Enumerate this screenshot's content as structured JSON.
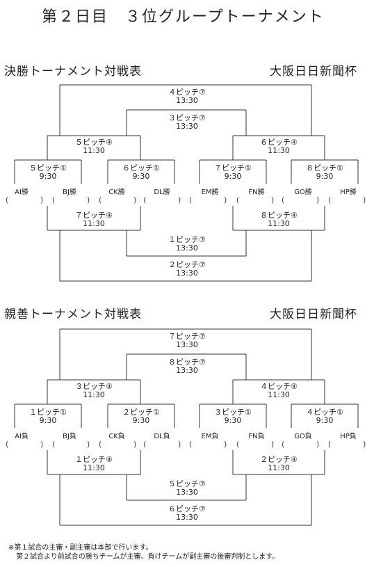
{
  "page_title": "第２日目　３位グループトーナメント",
  "brackets": [
    {
      "name": "決勝トーナメント対戦表",
      "cup": "大阪日日新聞杯",
      "teams": [
        "AI勝",
        "BJ勝",
        "CK勝",
        "DL勝",
        "EM勝",
        "FN勝",
        "GO勝",
        "HP勝"
      ],
      "matches": {
        "r1": [
          {
            "pitch": "５ピッチ①",
            "time": "9:30"
          },
          {
            "pitch": "６ピッチ①",
            "time": "9:30"
          },
          {
            "pitch": "７ピッチ①",
            "time": "9:30"
          },
          {
            "pitch": "８ピッチ①",
            "time": "9:30"
          }
        ],
        "r2_top": [
          {
            "pitch": "５ピッチ④",
            "time": "11:30"
          },
          {
            "pitch": "６ピッチ④",
            "time": "11:30"
          }
        ],
        "final_top": {
          "pitch": "４ピッチ⑦",
          "time": "13:30"
        },
        "third_top": {
          "pitch": "３ピッチ⑦",
          "time": "13:30"
        },
        "r2_bottom": [
          {
            "pitch": "７ピッチ④",
            "time": "11:30"
          },
          {
            "pitch": "８ピッチ④",
            "time": "11:30"
          }
        ],
        "inner_bottom": {
          "pitch": "１ピッチ⑦",
          "time": "13:30"
        },
        "outer_bottom": {
          "pitch": "２ピッチ⑦",
          "time": "13:30"
        }
      }
    },
    {
      "name": "親善トーナメント対戦表",
      "cup": "大阪日日新聞杯",
      "teams": [
        "AI負",
        "BJ負",
        "CK負",
        "DL負",
        "EM負",
        "FN負",
        "GO負",
        "HP負"
      ],
      "matches": {
        "r1": [
          {
            "pitch": "１ピッチ①",
            "time": "9:30"
          },
          {
            "pitch": "２ピッチ①",
            "time": "9:30"
          },
          {
            "pitch": "３ピッチ①",
            "time": "9:30"
          },
          {
            "pitch": "４ピッチ①",
            "time": "9:30"
          }
        ],
        "r2_top": [
          {
            "pitch": "３ピッチ④",
            "time": "11:30"
          },
          {
            "pitch": "４ピッチ④",
            "time": "11:30"
          }
        ],
        "final_top": {
          "pitch": "７ピッチ⑦",
          "time": "13:30"
        },
        "third_top": {
          "pitch": "８ピッチ⑦",
          "time": "13:30"
        },
        "r2_bottom": [
          {
            "pitch": "１ピッチ④",
            "time": "11:30"
          },
          {
            "pitch": "２ピッチ④",
            "time": "11:30"
          }
        ],
        "inner_bottom": {
          "pitch": "５ピッチ⑦",
          "time": "13:30"
        },
        "outer_bottom": {
          "pitch": "６ピッチ⑦",
          "time": "13:30"
        }
      }
    }
  ],
  "score_brackets": [
    "(",
    ")",
    "(",
    ")",
    "(",
    ")",
    "(",
    ")",
    "(",
    ")",
    "(",
    ")",
    "(",
    ")",
    "(",
    ")"
  ],
  "notes": [
    "※第１試合の主審・副主審は本部で行います。",
    "第２試合より前試合の勝ちチームが主審、負けチームが副主審の後審判制とします。"
  ]
}
